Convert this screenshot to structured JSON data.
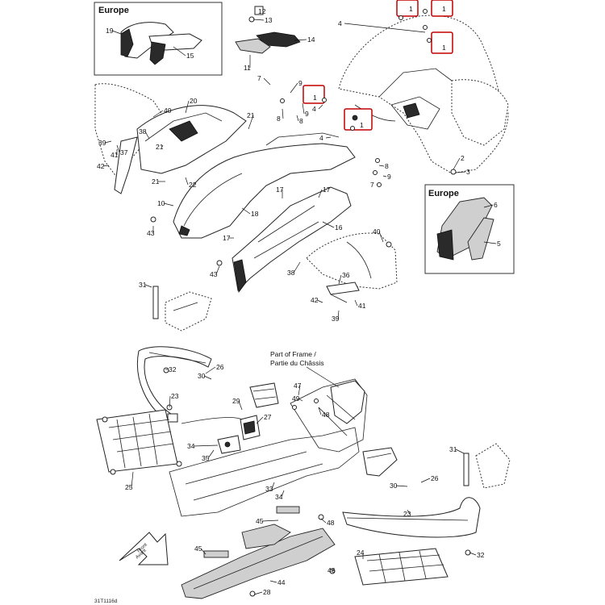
{
  "europe_boxes": [
    {
      "title": "Europe"
    },
    {
      "title": "Europe"
    }
  ],
  "frame_note": {
    "line1": "Part of Frame /",
    "line2": "Partie du Châssis"
  },
  "front_arrow": {
    "line1": "Front",
    "line2": "Avant"
  },
  "drawing_code": "31T1116d",
  "callouts": [
    {
      "label": "19"
    },
    {
      "label": "15"
    },
    {
      "label": "12"
    },
    {
      "label": "13"
    },
    {
      "label": "14"
    },
    {
      "label": "11"
    },
    {
      "label": "7"
    },
    {
      "label": "9"
    },
    {
      "label": "40"
    },
    {
      "label": "20"
    },
    {
      "label": "21"
    },
    {
      "label": "8"
    },
    {
      "label": "8"
    },
    {
      "label": "9"
    },
    {
      "label": "4"
    },
    {
      "label": "38"
    },
    {
      "label": "39"
    },
    {
      "label": "41"
    },
    {
      "label": "37"
    },
    {
      "label": "21"
    },
    {
      "label": "42"
    },
    {
      "label": "21"
    },
    {
      "label": "22"
    },
    {
      "label": "10"
    },
    {
      "label": "18"
    },
    {
      "label": "17"
    },
    {
      "label": "17"
    },
    {
      "label": "17"
    },
    {
      "label": "43"
    },
    {
      "label": "43"
    },
    {
      "label": "16"
    },
    {
      "label": "40"
    },
    {
      "label": "38"
    },
    {
      "label": "36"
    },
    {
      "label": "42"
    },
    {
      "label": "39"
    },
    {
      "label": "41"
    },
    {
      "label": "4"
    },
    {
      "label": "4"
    },
    {
      "label": "2"
    },
    {
      "label": "3"
    },
    {
      "label": "8"
    },
    {
      "label": "9"
    },
    {
      "label": "7"
    },
    {
      "label": "6"
    },
    {
      "label": "5"
    },
    {
      "label": "31"
    },
    {
      "label": "32"
    },
    {
      "label": "26"
    },
    {
      "label": "30"
    },
    {
      "label": "23"
    },
    {
      "label": "29"
    },
    {
      "label": "27"
    },
    {
      "label": "47"
    },
    {
      "label": "49"
    },
    {
      "label": "48"
    },
    {
      "label": "34"
    },
    {
      "label": "35"
    },
    {
      "label": "25"
    },
    {
      "label": "33"
    },
    {
      "label": "34"
    },
    {
      "label": "45"
    },
    {
      "label": "48"
    },
    {
      "label": "31"
    },
    {
      "label": "26"
    },
    {
      "label": "30"
    },
    {
      "label": "23"
    },
    {
      "label": "45"
    },
    {
      "label": "46"
    },
    {
      "label": "24"
    },
    {
      "label": "32"
    },
    {
      "label": "44"
    },
    {
      "label": "28"
    }
  ],
  "qty_badges": [
    {
      "label": "1"
    },
    {
      "label": "1"
    },
    {
      "label": "1"
    },
    {
      "label": "1"
    },
    {
      "label": "1"
    }
  ]
}
